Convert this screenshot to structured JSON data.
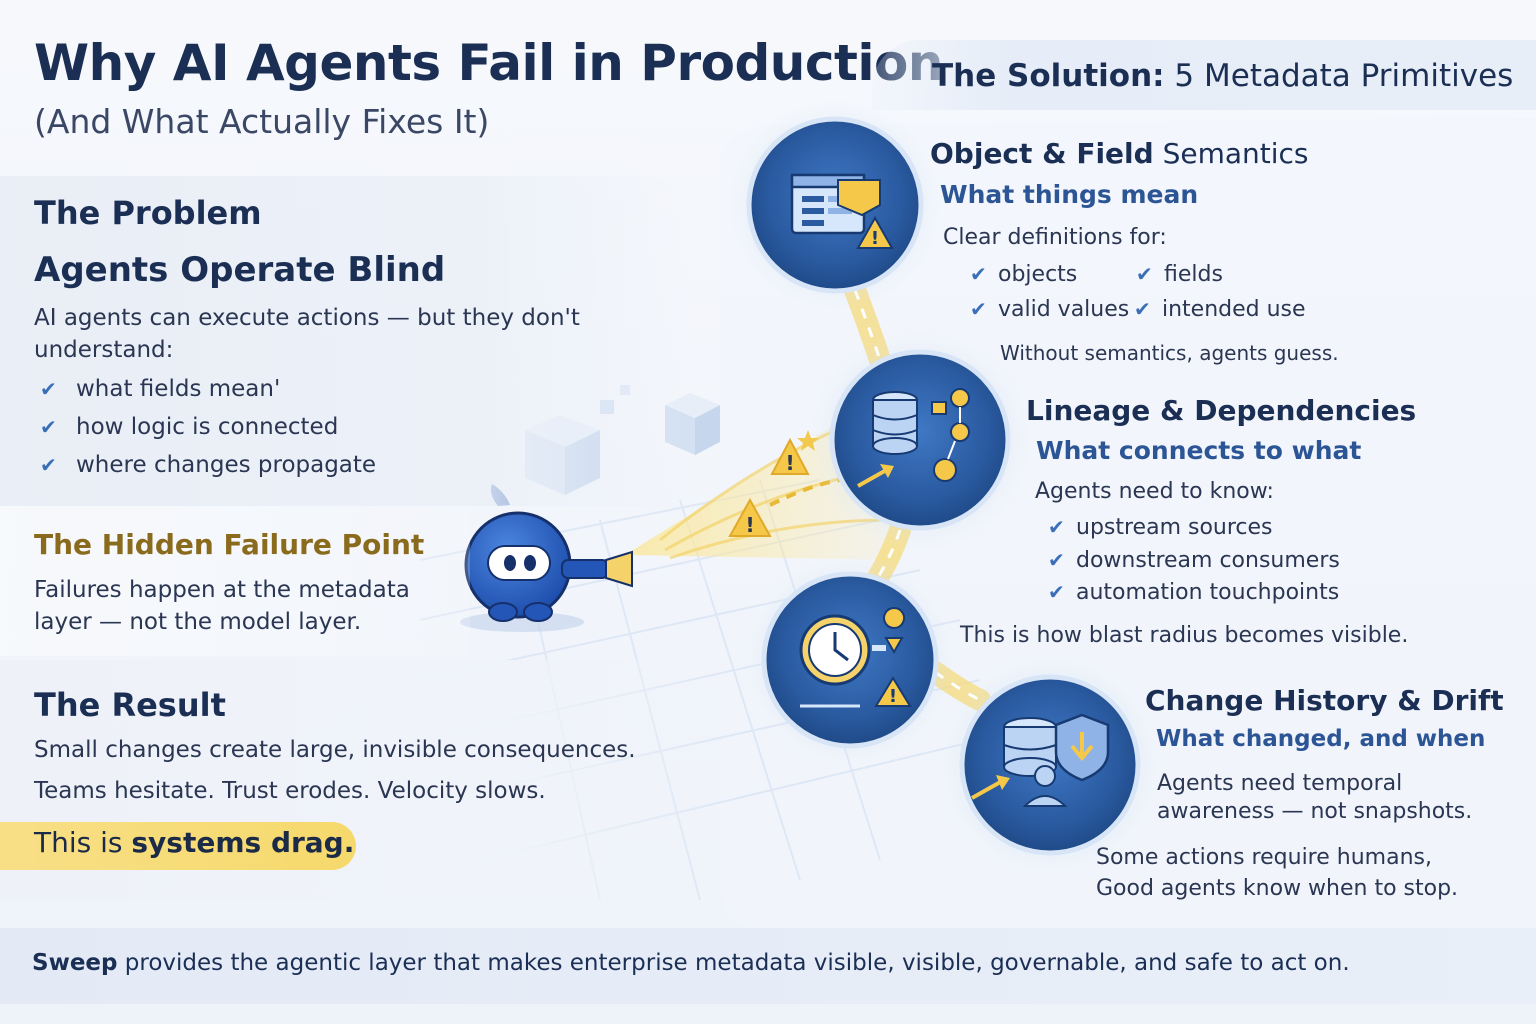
{
  "header": {
    "title": "Why AI Agents Fail in Production",
    "subtitle": "(And What Actually Fixes It)"
  },
  "solution": {
    "label_bold": "The Solution:",
    "label_rest": " 5 Metadata Primitives"
  },
  "problem": {
    "heading": "The Problem",
    "subheading": "Agents Operate Blind",
    "intro_line1": "AI agents can execute actions — but they don't",
    "intro_line2": "understand:",
    "items": [
      "what fields mean'",
      "how logic is connected",
      "where changes propagate"
    ]
  },
  "hidden_failure": {
    "heading": "The Hidden Failure Point",
    "line1": "Failures happen at the metadata",
    "line2": "layer — not the model layer."
  },
  "result": {
    "heading": "The Result",
    "line1": "Small changes create large, invisible consequences.",
    "line2": "Teams hesitate. Trust erodes. Velocity slows.",
    "highlight_prefix": "This is ",
    "highlight_bold": "systems drag."
  },
  "primitives": [
    {
      "title_bold": "Object & Field",
      "title_rest": " Semantics",
      "subtitle": "What things mean",
      "intro": "Clear definitions for:",
      "items": [
        "objects",
        "fields",
        "valid values",
        "intended use"
      ],
      "note": "Without semantics, agents guess.",
      "icon": "folder-document-warning-icon"
    },
    {
      "title": "Lineage & Dependencies",
      "subtitle": "What connects to what",
      "intro": "Agents need to know:",
      "items": [
        "upstream sources",
        "downstream consumers",
        "automation touchpoints"
      ],
      "note": "This is how blast radius becomes visible.",
      "icon": "database-flow-icon"
    },
    {
      "title": "",
      "icon": "clock-location-warning-icon"
    },
    {
      "title": "Change History & Drift",
      "subtitle": "What changed, and when",
      "line1": "Agents need temporal",
      "line2": "awareness — not snapshots.",
      "note1": "Some actions require humans,",
      "note2": "Good agents know when to stop.",
      "icon": "database-shield-user-icon"
    }
  ],
  "footer": {
    "brand": "Sweep",
    "text": " provides the agentic layer that makes enterprise metadata visible, visible, governable, and safe to act on."
  },
  "colors": {
    "navy": "#1b2f55",
    "blue": "#2c5596",
    "gold": "#8a6a1c",
    "highlight": "#f6d96c",
    "circle": "#2f62a8"
  }
}
